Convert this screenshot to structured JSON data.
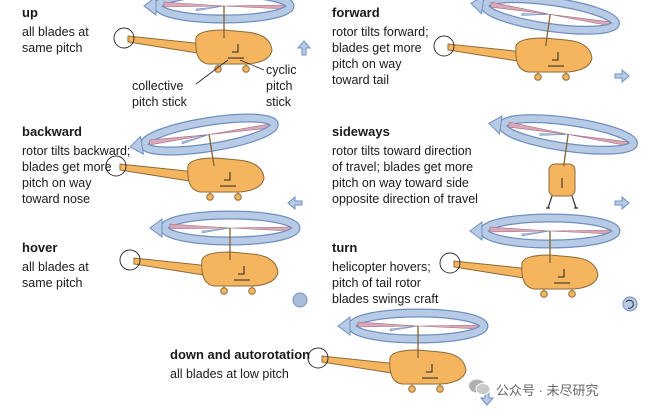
{
  "panels": [
    {
      "id": "up",
      "title": "up",
      "desc": "all blades at\nsame pitch",
      "tilt": 0,
      "motion": "up",
      "variant": "side"
    },
    {
      "id": "forward",
      "title": "forward",
      "desc": "rotor tilts forward;\nblades get more\npitch on way\ntoward tail",
      "tilt": 8,
      "motion": "right",
      "variant": "side"
    },
    {
      "id": "backward",
      "title": "backward",
      "desc": "rotor tilts backward;\nblades get more\npitch on way\ntoward nose",
      "tilt": -9,
      "motion": "left",
      "variant": "side"
    },
    {
      "id": "sideways",
      "title": "sideways",
      "desc": "rotor tilts toward direction\nof travel; blades get more\npitch on way toward side\nopposite direction of travel",
      "tilt": 8,
      "motion": "right",
      "variant": "front"
    },
    {
      "id": "hover",
      "title": "hover",
      "desc": "all blades at\nsame pitch",
      "tilt": 0,
      "motion": "none",
      "variant": "side"
    },
    {
      "id": "turn",
      "title": "turn",
      "desc": "helicopter hovers;\npitch of tail rotor\nblades swings craft",
      "tilt": 0,
      "motion": "rotate",
      "variant": "side"
    },
    {
      "id": "down",
      "title": "down and autorotation",
      "desc": "all blades at low pitch",
      "tilt": 0,
      "motion": "down",
      "variant": "side"
    }
  ],
  "labels": {
    "collective": "collective\npitch stick",
    "cyclic": "cyclic\npitch\nstick"
  },
  "watermark": "公众号 · 未尽研究",
  "colors": {
    "body": "#f5b55f",
    "outline": "#8a6a3a",
    "arrow_fill": "#b8cbe6",
    "arrow_stroke": "#6f8fbf",
    "blade": "#d9a8b8",
    "blade_stroke": "#a86f84",
    "blade_alt": "#a9bcd9",
    "hover_dot": "#a9bcd9"
  }
}
